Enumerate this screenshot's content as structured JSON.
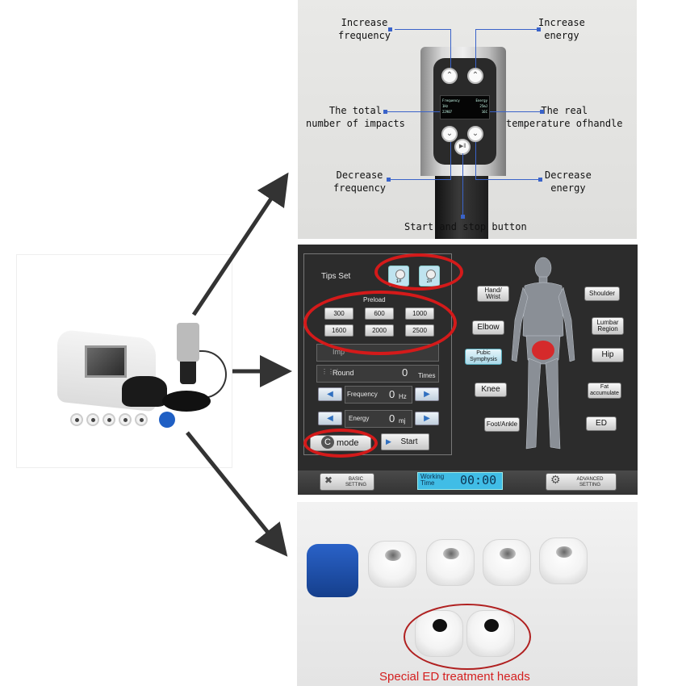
{
  "handle_annotations": {
    "increase_frequency": "Increase\nfrequency",
    "increase_energy": "Increase\nenergy",
    "total_impacts": "The total\nnumber of impacts",
    "real_temperature": "The real\ntemperature ofhandle",
    "decrease_frequency": "Decrease\nfrequency",
    "decrease_energy": "Decrease\nenergy",
    "start_stop": "Start and stop button"
  },
  "handle_display": {
    "frequency_label": "Frequency",
    "energy_label": "Energy",
    "frequency_value": "1Hz",
    "energy_value": "25mJ",
    "impacts_value": "22907",
    "temperature_value": "16C"
  },
  "screen": {
    "tips_set_label": "Tips Set",
    "tips": [
      "1#",
      "2#"
    ],
    "preload_label": "Preload",
    "preload_options": [
      "300",
      "600",
      "1000",
      "1600",
      "2000",
      "2500"
    ],
    "impulse_label": "Imp",
    "round_label": "Round",
    "round_value": "0",
    "round_unit": "Times",
    "frequency_label": "Frequency",
    "frequency_value": "0",
    "frequency_unit": "Hz",
    "energy_label": "Energy",
    "energy_value": "0",
    "energy_unit": "mj",
    "mode_label": "mode",
    "start_label": "Start",
    "body_regions": {
      "hand_wrist": "Hand/\nWrist",
      "shoulder": "Shoulder",
      "elbow": "Elbow",
      "lumbar": "Lumbar\nRegion",
      "pubic": "Pubic\nSymphysis",
      "hip": "Hip",
      "knee": "Knee",
      "fat": "Fat\naccumulate",
      "foot_ankle": "Foot/Ankle",
      "ed": "ED"
    },
    "basic_setting": "BASIC\nSETTING",
    "working_time_label": "Working\nTime",
    "working_time_value": "00:00",
    "advanced_setting": "ADVANCED\nSETTING"
  },
  "heads_caption": "Special ED treatment heads",
  "colors": {
    "annotation_blue": "#3a63c9",
    "highlight_red": "#d41a1a",
    "timer_blue": "#40bde6",
    "screen_bg": "#2c2c2c"
  }
}
